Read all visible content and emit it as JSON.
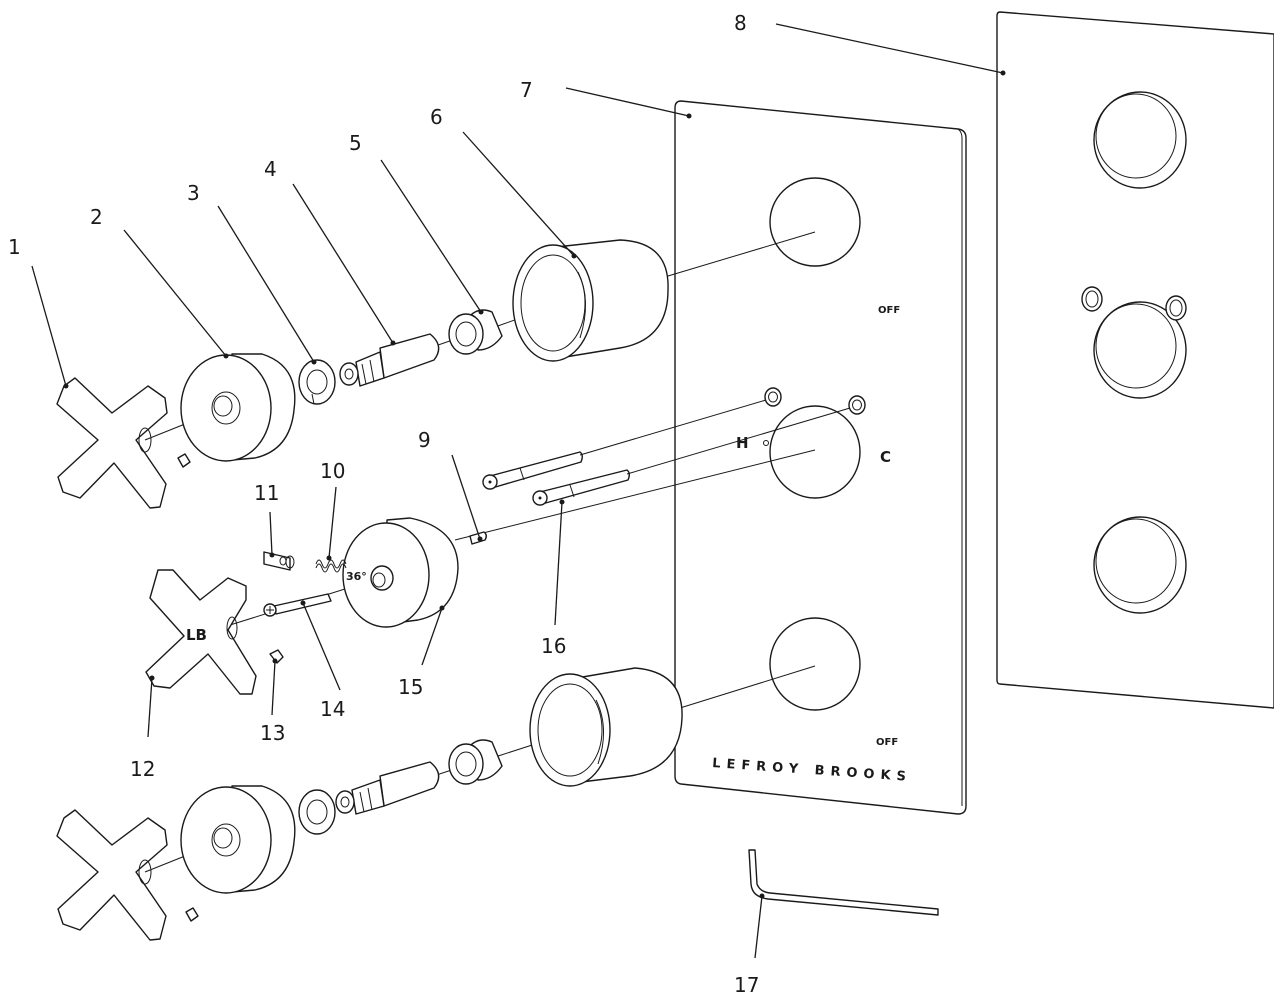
{
  "callouts": [
    "1",
    "2",
    "3",
    "4",
    "5",
    "6",
    "7",
    "8",
    "9",
    "10",
    "11",
    "12",
    "13",
    "14",
    "15",
    "16",
    "17"
  ],
  "markings": {
    "off_top": "OFF",
    "off_bottom": "OFF",
    "hot": "H",
    "cold": "C",
    "handle_logo": "LB",
    "angle": "36°",
    "brand": "LEFROY BROOKS"
  }
}
